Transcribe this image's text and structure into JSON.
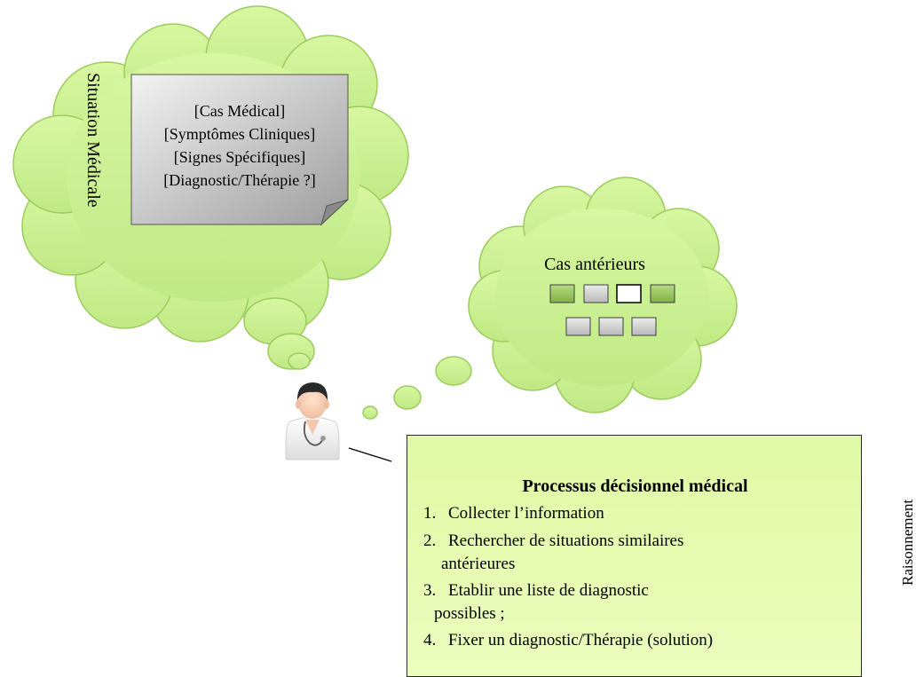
{
  "situation_cloud": {
    "label": "Situation Médicale",
    "note_lines": [
      "[Cas Médical]",
      "[Symptômes Cliniques]",
      "[Signes Spécifiques]",
      "[Diagnostic/Thérapie ?]"
    ]
  },
  "previous_cases": {
    "title": "Cas antérieurs",
    "squares_row1": [
      "green",
      "gray",
      "white",
      "green"
    ],
    "squares_row2": [
      "gray",
      "gray",
      "gray"
    ]
  },
  "process": {
    "title": "Processus décisionnel médical",
    "steps": [
      {
        "num": "1.",
        "text": "Collecter l’information"
      },
      {
        "num": "2.",
        "text": "Rechercher de situations similaires",
        "cont": "antérieures"
      },
      {
        "num": "3.",
        "text": "Etablir une  liste de diagnostic",
        "cont": "possibles ;"
      },
      {
        "num": "4.",
        "text": "Fixer un diagnostic/Thérapie (solution)"
      }
    ]
  },
  "side_label": "Raisonnement",
  "colors": {
    "cloud_fill": "#c5f08a",
    "cloud_stroke": "#9ccb5c",
    "note_fill": "#c8c8c8",
    "process_fill": "#e6fab0",
    "square_green": "#8fbf58",
    "square_gray": "#c9c9c9"
  }
}
